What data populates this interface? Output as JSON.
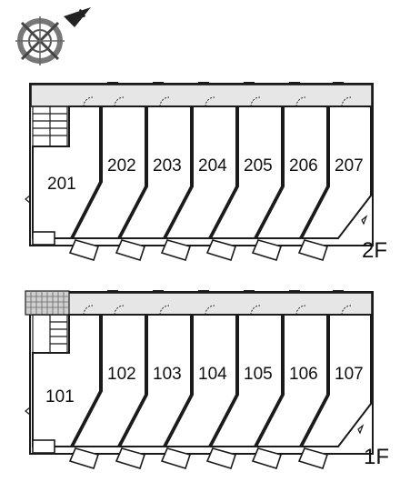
{
  "compass": {
    "label": "N"
  },
  "floors": [
    {
      "id": "2f",
      "label": "2F",
      "units": [
        "201",
        "202",
        "203",
        "204",
        "205",
        "206",
        "207"
      ]
    },
    {
      "id": "1f",
      "label": "1F",
      "units": [
        "101",
        "102",
        "103",
        "104",
        "105",
        "106",
        "107"
      ]
    }
  ],
  "colors": {
    "line": "#1a1a1a",
    "corridor": "#e6e6e6",
    "stairs_hatch": "#888888"
  }
}
